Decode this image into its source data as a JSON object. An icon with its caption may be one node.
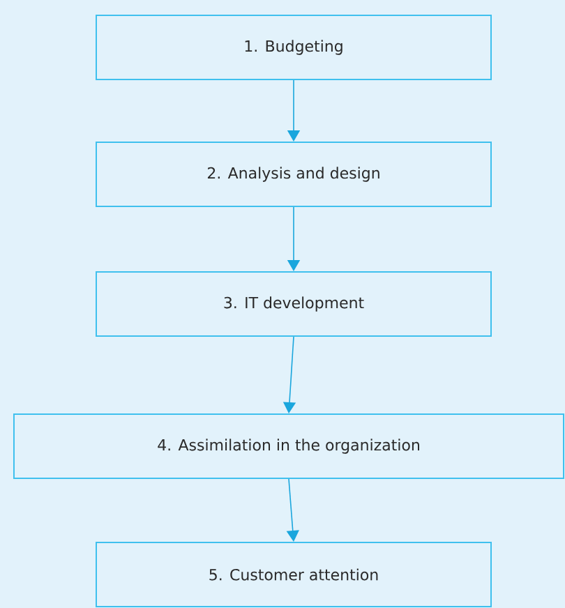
{
  "diagram": {
    "nodes": [
      {
        "text": [
          "1. Budgeting"
        ]
      },
      {
        "text": [
          "2. Analysis and design"
        ]
      },
      {
        "text": [
          "3. IT development"
        ]
      },
      {
        "text": [
          "4. Assimilation in the organization"
        ]
      },
      {
        "text": [
          "5. Customer attention"
        ]
      }
    ],
    "edges": [
      {
        "from": 0,
        "to": 1,
        "arrow": "to"
      },
      {
        "from": 1,
        "to": 2,
        "arrow": "to"
      },
      {
        "from": 2,
        "to": 3,
        "arrow": "to"
      },
      {
        "from": 3,
        "to": 4,
        "arrow": "to"
      }
    ]
  }
}
